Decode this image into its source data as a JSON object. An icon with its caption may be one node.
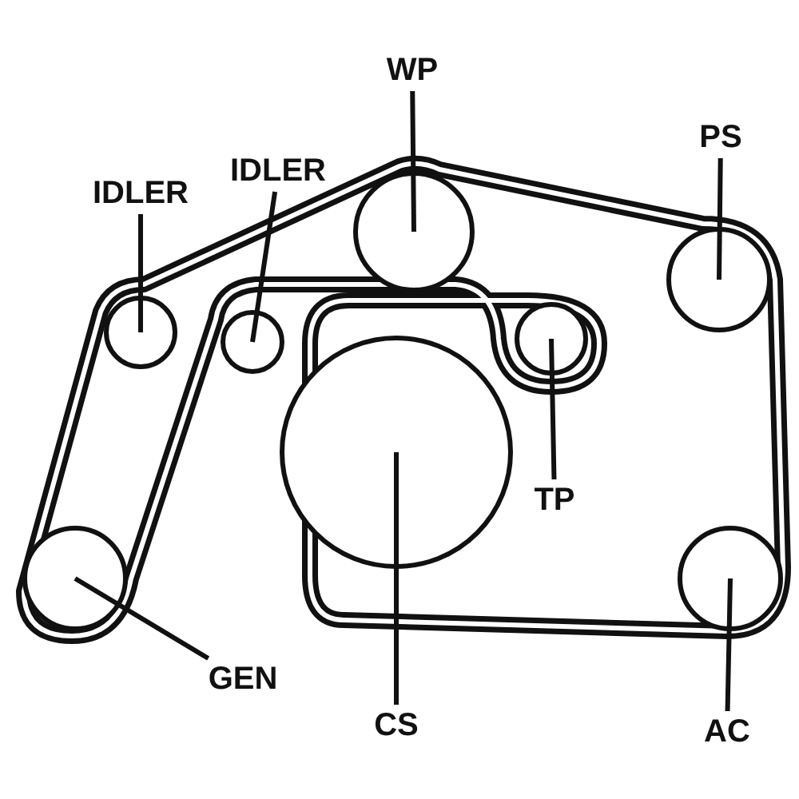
{
  "diagram": {
    "nodes": [
      {
        "text": [
          "WP"
        ]
      },
      {
        "text": [
          "IDLER"
        ]
      },
      {
        "text": [
          "IDLER"
        ]
      },
      {
        "text": [
          "PS"
        ]
      },
      {
        "text": [],
        "shape": "circle"
      },
      {
        "text": [],
        "shape": "circle"
      },
      {
        "text": [],
        "shape": "circle"
      },
      {
        "text": [],
        "shape": "circle"
      },
      {
        "text": [],
        "shape": "circle"
      },
      {
        "text": [],
        "shape": "circle"
      },
      {
        "text": [],
        "shape": "circle"
      },
      {
        "text": [],
        "shape": "circle"
      },
      {
        "text": [
          "TP"
        ]
      },
      {
        "text": [
          "GEN"
        ]
      },
      {
        "text": [
          "CS"
        ]
      },
      {
        "text": [
          "AC"
        ]
      }
    ],
    "edges": [
      {
        "from": 0,
        "to": 6,
        "arrow": "none"
      },
      {
        "from": 1,
        "to": 4,
        "arrow": "none"
      },
      {
        "from": 2,
        "to": 5,
        "arrow": "none"
      },
      {
        "from": 3,
        "to": 7,
        "arrow": "none"
      },
      {
        "from": 12,
        "to": 8,
        "arrow": "none"
      },
      {
        "from": 13,
        "to": 9,
        "arrow": "none"
      },
      {
        "from": 14,
        "to": 10,
        "arrow": "none"
      },
      {
        "from": 15,
        "to": 11,
        "arrow": "none"
      }
    ]
  }
}
